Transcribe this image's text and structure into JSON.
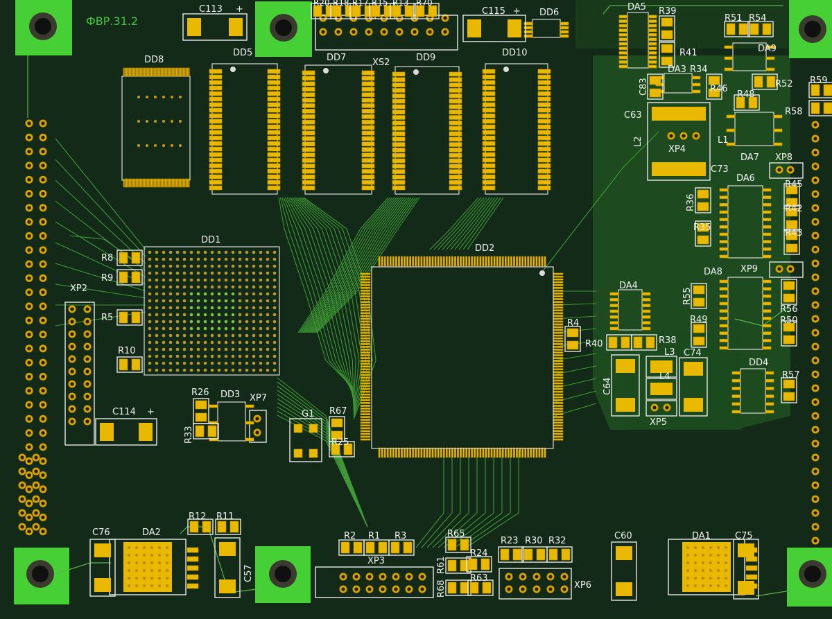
{
  "board": {
    "title": "ФВР.31.2",
    "colors": {
      "soldermask": "#122a17",
      "copper_pad": "#e9b800",
      "trace": "#3f9a37",
      "silkscreen": "#f2f2f2",
      "mounting_pad": "#47d036"
    }
  },
  "labels": {
    "c113": "C113",
    "c115": "C115",
    "dd6": "DD6",
    "da5": "DA5",
    "r39": "R39",
    "r51": "R51",
    "r54": "R54",
    "dd8": "DD8",
    "dd5": "DD5",
    "dd7": "DD7",
    "xs2": "XS2",
    "dd9": "DD9",
    "dd10": "DD10",
    "r41": "R41",
    "da9": "DA9",
    "c83": "C83",
    "da3": "DA3",
    "r34": "R34",
    "r46": "R46",
    "r52": "R52",
    "r59": "R59",
    "r48": "R48",
    "r58": "R58",
    "c63": "C63",
    "xp4": "XP4",
    "l1": "L1",
    "l2": "L2",
    "da7": "DA7",
    "xp8": "XP8",
    "c73": "C73",
    "da6": "DA6",
    "r36": "R36",
    "r45": "R45",
    "r42": "R42",
    "r35": "R35",
    "r43": "R43",
    "dd1": "DD1",
    "dd2": "DD2",
    "r8": "R8",
    "r9": "R9",
    "xp2": "XP2",
    "r5": "R5",
    "r10": "R10",
    "da8": "DA8",
    "xp9": "XP9",
    "r55": "R55",
    "da4": "DA4",
    "r56": "R56",
    "r50": "R50",
    "r4": "R4",
    "r49": "R49",
    "r40": "R40",
    "r38": "R38",
    "l3": "L3",
    "c74": "C74",
    "l4": "L4",
    "c64": "C64",
    "dd4": "DD4",
    "r57": "R57",
    "xp5": "XP5",
    "r26": "R26",
    "dd3": "DD3",
    "xp7": "XP7",
    "r33": "R33",
    "c114": "C114",
    "g1": "G1",
    "r67": "R67",
    "r25": "R25",
    "r12": "R12",
    "r11": "R11",
    "c76": "C76",
    "da2": "DA2",
    "c57": "C57",
    "r2": "R2",
    "r1": "R1",
    "r3": "R3",
    "xp3": "XP3",
    "r65": "R65",
    "r24": "R24",
    "r61": "R61",
    "r63": "R63",
    "r68": "R68",
    "r23": "R23",
    "r30": "R30",
    "r32": "R32",
    "xp6": "XP6",
    "c60": "C60",
    "da1": "DA1",
    "c75": "C75",
    "plus": "+",
    "top_pads_row": [
      "R20",
      "R18",
      "R17",
      "R15",
      "R13",
      "R70"
    ]
  }
}
